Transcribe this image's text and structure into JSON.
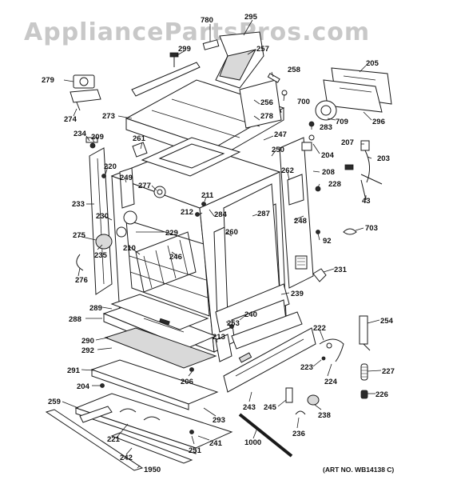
{
  "watermark": "AppliancePartsPros.com",
  "art_number": "(ART NO. WB14138 C)",
  "callouts": [
    "780",
    "295",
    "299",
    "257",
    "258",
    "205",
    "279",
    "700",
    "256",
    "278",
    "273",
    "274",
    "709",
    "296",
    "234",
    "209",
    "283",
    "247",
    "250",
    "261",
    "204",
    "207",
    "203",
    "220",
    "262",
    "208",
    "249",
    "277",
    "228",
    "211",
    "233",
    "284",
    "287",
    "212",
    "43",
    "230",
    "248",
    "275",
    "229",
    "703",
    "92",
    "260",
    "235",
    "210",
    "246",
    "231",
    "276",
    "239",
    "289",
    "240",
    "288",
    "253",
    "254",
    "222",
    "290",
    "213",
    "292",
    "223",
    "227",
    "291",
    "224",
    "206",
    "204",
    "226",
    "259",
    "245",
    "238",
    "243",
    "293",
    "236",
    "221",
    "251",
    "242",
    "241",
    "1000",
    "1950"
  ],
  "colors": {
    "ink": "#1a1a1a",
    "watermark": "#c8c8c8",
    "background": "#ffffff"
  }
}
